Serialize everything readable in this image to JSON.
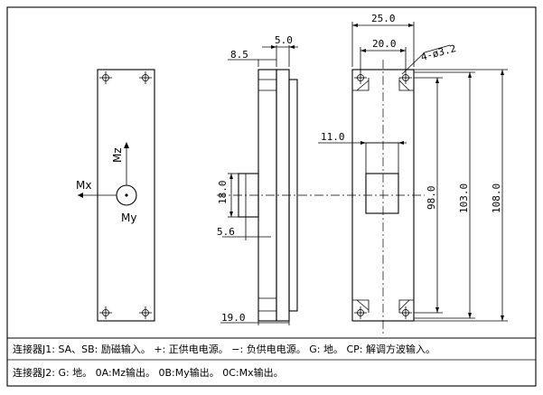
{
  "dimensions": {
    "top_width_outer": "25.0",
    "top_width_inner": "20.0",
    "holes": "4-ø3.2",
    "side_thickness": "5.0",
    "side_offset": "8.5",
    "slot_width": "11.0",
    "height_98": "98.0",
    "height_103": "103.0",
    "height_108": "108.0",
    "connector_height": "18.0",
    "connector_depth": "5.6",
    "base_width": "19.0"
  },
  "axes": {
    "mx": "Mx",
    "my": "My",
    "mz": "Mz"
  },
  "notes": {
    "line1": "连接器J1:    SA、SB: 励磁输入。  +: 正供电电源。  −: 负供电电源。   G: 地。   CP: 解调方波输入。",
    "line2": "连接器J2:    G: 地。     0A:Mz输出。     0B:My输出。     0C:Mx输出。"
  }
}
